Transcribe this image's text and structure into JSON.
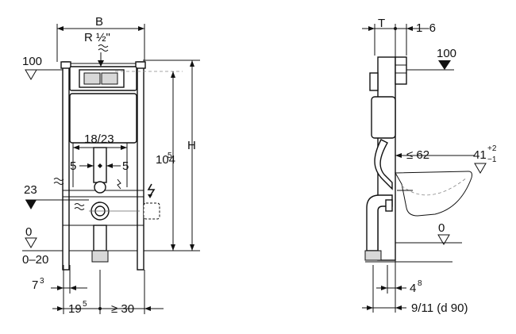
{
  "front_view": {
    "width_label": "B",
    "connection_label": "R ½\"",
    "level_100": "100",
    "spacing_label": "18/23",
    "offset_left": "5",
    "offset_right": "5",
    "level_23": "23",
    "level_0": "0",
    "floor_range": "0–20",
    "height_value": "104",
    "height_sup": "5",
    "height_label": "H",
    "left_offset_value": "7",
    "left_offset_sup": "3",
    "bottom_offset_value": "19",
    "bottom_offset_sup": "5",
    "min_clearance": "≥ 30"
  },
  "side_view": {
    "thickness_label": "T",
    "range_label": "1–6",
    "level_100": "100",
    "depth_label": "≤ 62",
    "height_41": "41",
    "height_41_plus": "+2",
    "height_41_minus": "−1",
    "level_0": "0",
    "pipe_offset_value": "4",
    "pipe_offset_sup": "8",
    "pipe_spec": "9/11 (d 90)"
  },
  "colors": {
    "line": "#111111",
    "background": "#ffffff",
    "fill_gray": "#d8d8d8"
  }
}
